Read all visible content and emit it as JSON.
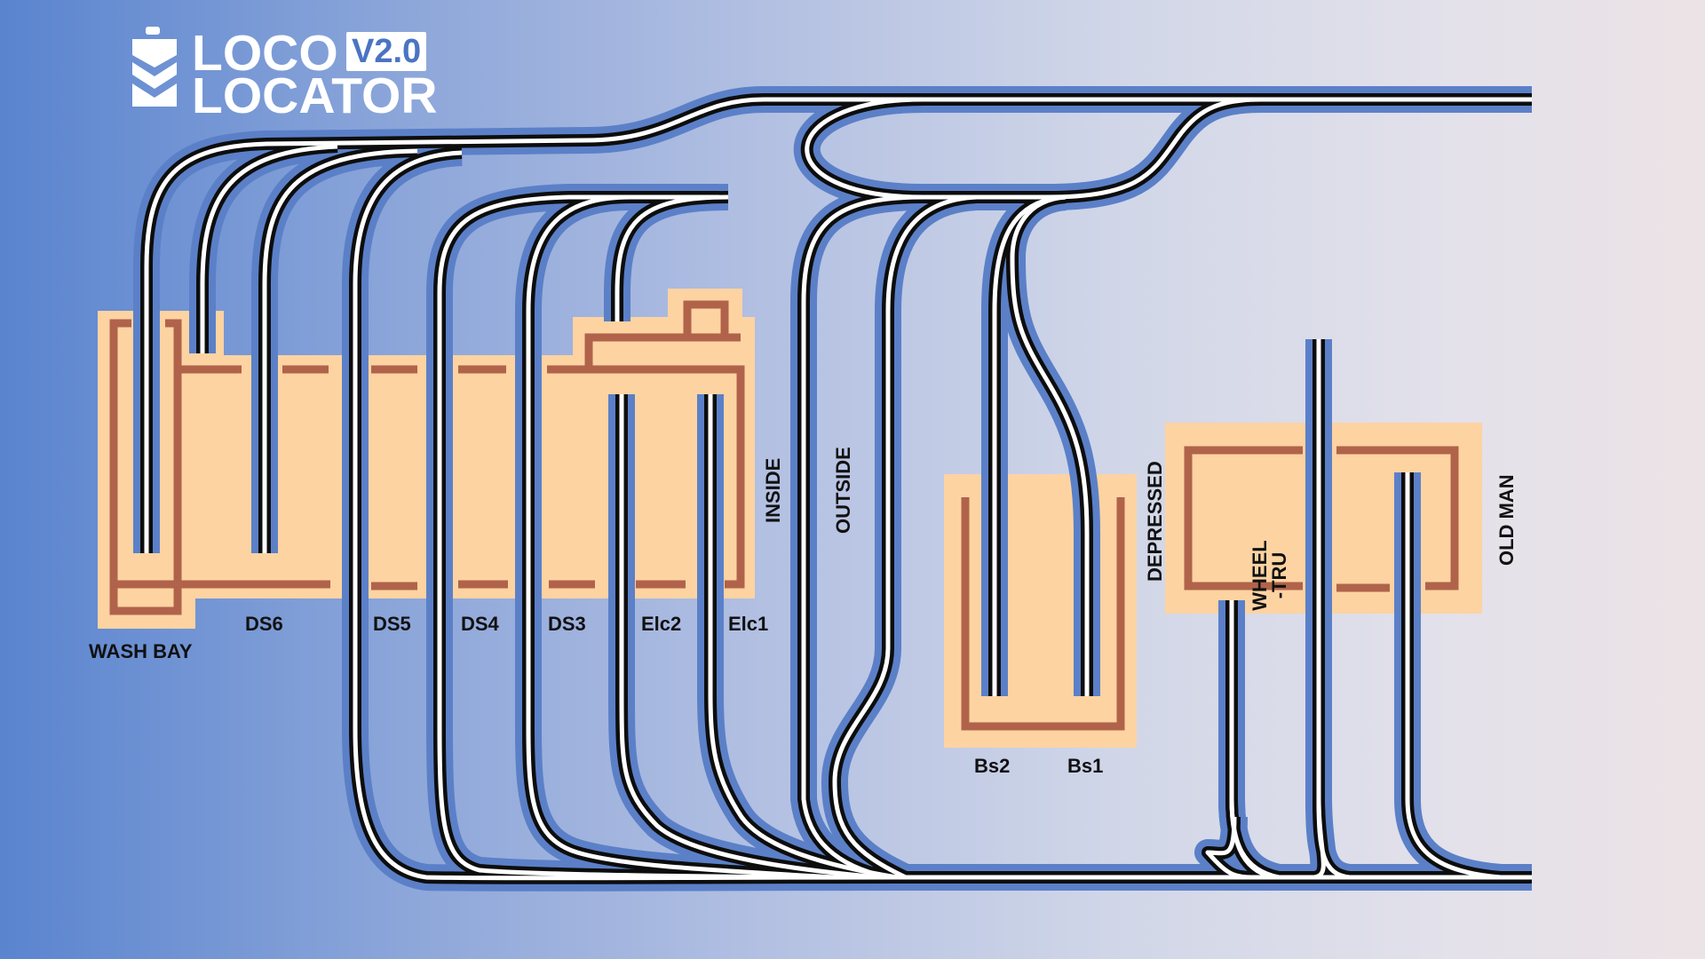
{
  "logo": {
    "line1": "LOCO",
    "line2": "LOCATOR",
    "version": "V2.0"
  },
  "colors": {
    "track_halo": "#5b80c8",
    "track_rail": "#0d0d0d",
    "track_tie": "#ffffff",
    "building_fill": "#fdd3a2",
    "building_wall": "#b0634a"
  },
  "track_labels": {
    "wash_bay": "WASH BAY",
    "ds6": "DS6",
    "ds5": "DS5",
    "ds4": "DS4",
    "ds3": "DS3",
    "elc2": "Elc2",
    "elc1": "Elc1",
    "inside": "INSIDE",
    "outside": "OUTSIDE",
    "bs2": "Bs2",
    "bs1": "Bs1",
    "depressed": "DEPRESSED",
    "wheel_tru_1": "WHEEL",
    "wheel_tru_2": "-TRU",
    "old_man": "OLD MAN"
  }
}
